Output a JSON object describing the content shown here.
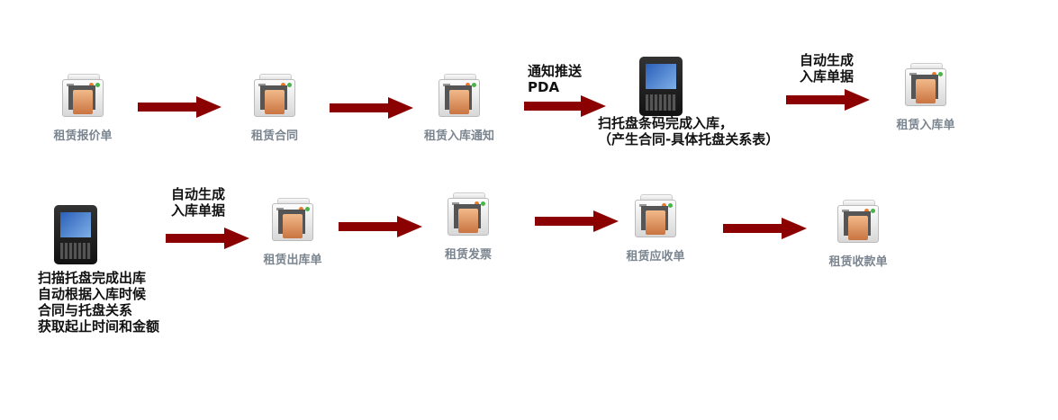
{
  "nodes": {
    "quote": "租赁报价单",
    "contract": "租赁合同",
    "inbound_notice": "租赁入库通知",
    "inbound_order": "租赁入库单",
    "outbound_order": "租赁出库单",
    "invoice": "租赁发票",
    "receivable": "租赁应收单",
    "receipt": "租赁收款单"
  },
  "notes": {
    "push_pda": "通知推送\nPDA",
    "scan_in": "扫托盘条码完成入库，\n（产生合同-具体托盘关系表）",
    "auto_in": "自动生成\n入库单据",
    "auto_out": "自动生成\n入库单据",
    "scan_out": "扫描托盘完成出库\n自动根据入库时候\n合同与托盘关系\n获取起止时间和金额"
  },
  "colors": {
    "arrow": "#8b0000",
    "label": "#7b8590"
  }
}
